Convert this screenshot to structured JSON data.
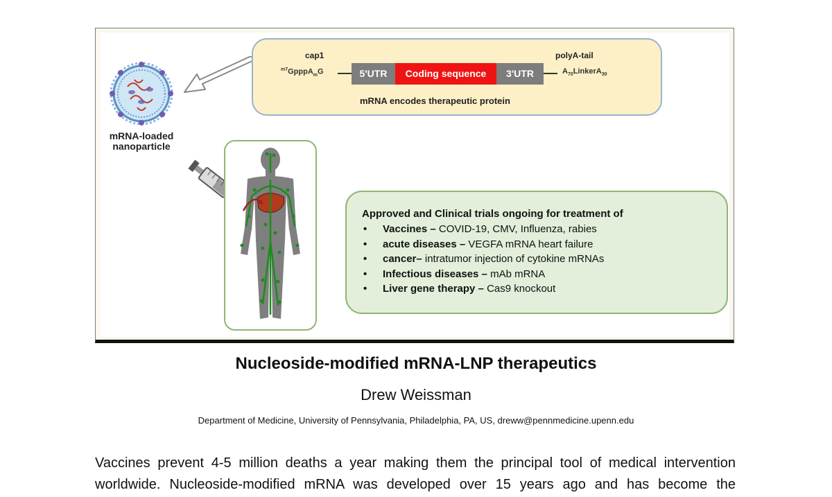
{
  "figure": {
    "mrna": {
      "cap_label": "cap1",
      "cap_formula": {
        "sup1": "m7",
        "main1": "Gppp",
        "main2": "A",
        "sub1": "m",
        "main3": "G"
      },
      "utr5": "5'UTR",
      "coding": "Coding sequence",
      "utr3": "3'UTR",
      "polya_label": "polyA-tail",
      "polya_formula": {
        "main1": "A",
        "sub1": "70",
        "main2": "LinkerA",
        "sub2": "30"
      },
      "caption": "mRNA encodes therapeutic protein"
    },
    "nanoparticle_label_line1": "mRNA-loaded",
    "nanoparticle_label_line2": "nanoparticle",
    "trials": {
      "title": "Approved and Clinical trials ongoing for treatment of",
      "items": [
        {
          "bold": "Vaccines –",
          "text": " COVID-19, CMV, Influenza, rabies"
        },
        {
          "bold": "acute  diseases –",
          "text": " VEGFA mRNA  heart failure"
        },
        {
          "bold": "cancer–",
          "text": " intratumor injection of cytokine mRNAs"
        },
        {
          "bold": "Infectious diseases –",
          "text": " mAb mRNA"
        },
        {
          "bold": "Liver gene therapy –",
          "text": " Cas9 knockout"
        }
      ]
    },
    "colors": {
      "coding": "#ef1313",
      "utr": "#7d7d7d",
      "mrna_box": "#fdf0c6",
      "trials_box": "#e3efda",
      "body": "#7f7f7f",
      "liver": "#b23a1e",
      "vessel": "#1e8b1e"
    }
  },
  "paper": {
    "title": "Nucleoside-modified mRNA-LNP therapeutics",
    "author": "Drew Weissman",
    "affiliation": "Department of Medicine, University of Pennsylvania, Philadelphia, PA, US, dreww@pennmedicine.upenn.edu",
    "abstract_line1": "Vaccines prevent 4-5 million deaths a year making them the principal tool of medical intervention",
    "abstract_line2": "worldwide. Nucleoside-modified mRNA was developed over 15 years ago and has become the"
  }
}
